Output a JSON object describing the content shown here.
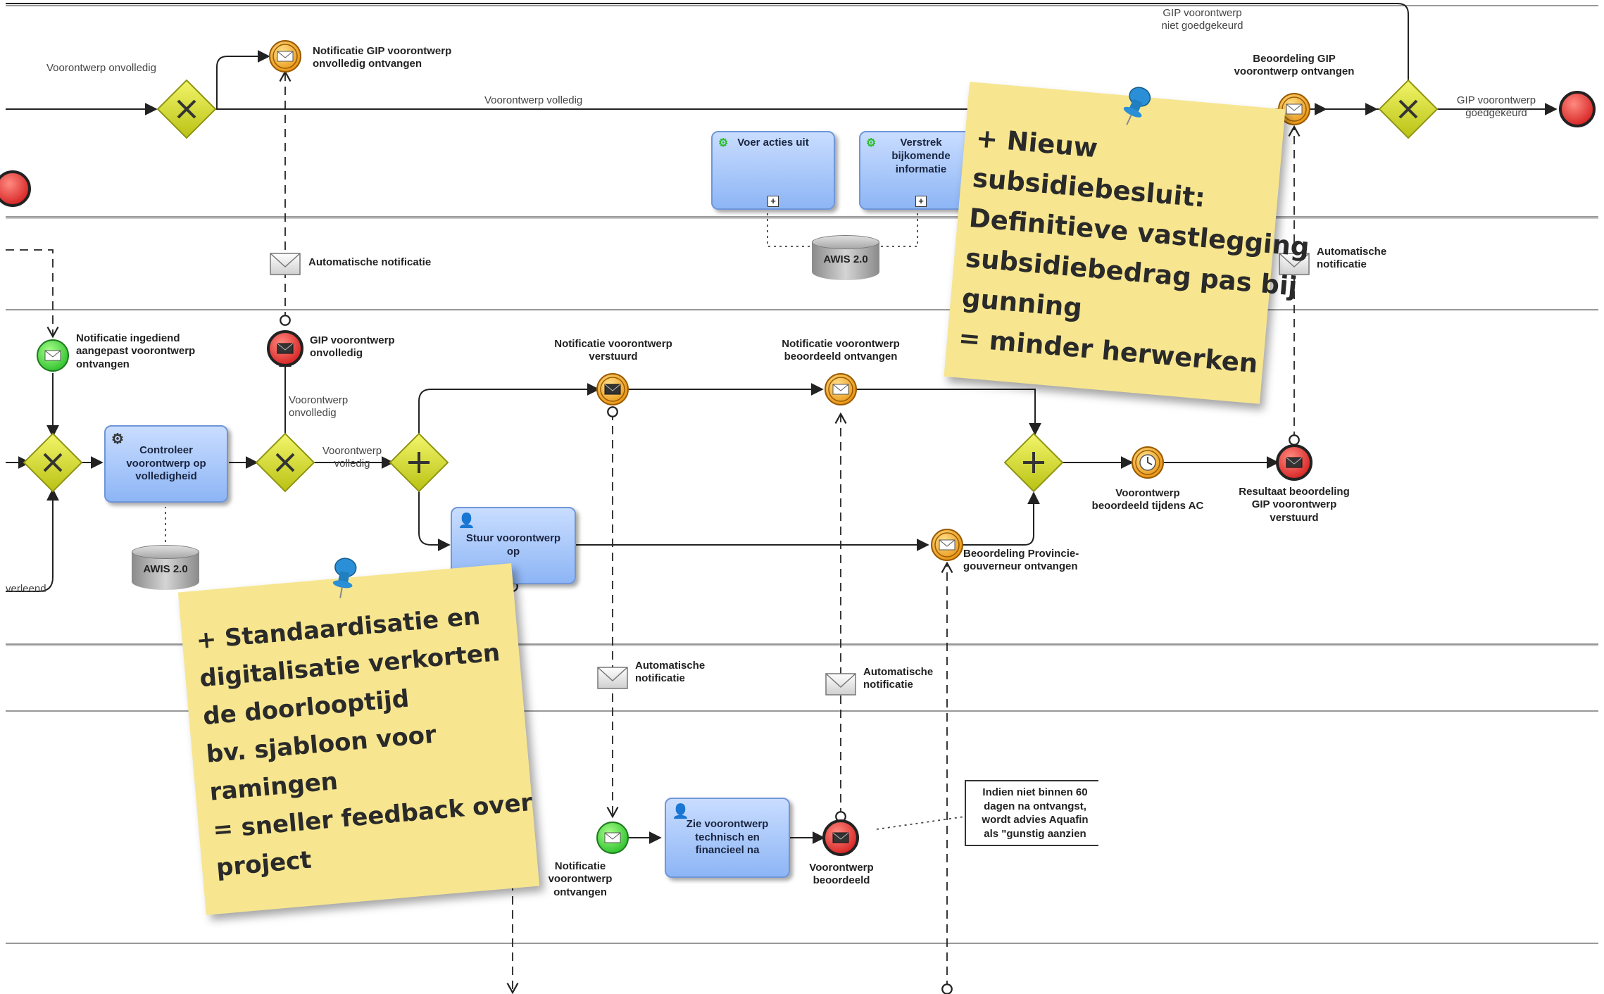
{
  "labels": {
    "voorontwerp_onvolledig_top": "Voorontwerp onvolledig",
    "notif_gip_onvolledig_ontvangen": "Notificatie GIP voorontwerp\nonvolledig ontvangen",
    "voorontwerp_volledig_top": "Voorontwerp volledig",
    "gip_niet_goedgekeurd": "GIP voorontwerp\nniet goedgekeurd",
    "beoordeling_gip_ontvangen": "Beoordeling GIP\nvoorontwerp ontvangen",
    "gip_goedgekeurd": "GIP voorontwerp\ngoedgekeurd",
    "auto_notif_1": "Automatische notificatie",
    "auto_notif_2": "Automatische\nnotificatie",
    "auto_notif_3": "Automatische\nnotificatie",
    "auto_notif_4": "Automatische\nnotificatie",
    "notif_ingediend": "Notificatie ingediend\naangepast voorontwerp\nontvangen",
    "gip_onvolledig": "GIP voorontwerp\nonvolledig",
    "voorontwerp_onvolledig_mid": "Voorontwerp\nonvolledig",
    "voorontwerp_volledig_mid": "Voorontwerp\nvolledig",
    "notif_verstuurd": "Notificatie voorontwerp\nverstuurd",
    "notif_beoordeeld_ontvangen": "Notificatie voorontwerp\nbeoordeeld ontvangen",
    "beoordeeld_tijdens_ac": "Voorontwerp\nbeoordeeld tijdens AC",
    "resultaat_beoordeling": "Resultaat beoordeling\nGIP voorontwerp\nverstuurd",
    "beoordeling_provincie": "Beoordeling Provincie-\ngouverneur ontvangen",
    "verleend": "verleend",
    "notif_voorontwerp_ontvangen": "Notificatie\nvoorontwerp\nontvangen",
    "voorontwerp_beoordeeld": "Voorontwerp\nbeoordeeld"
  },
  "tasks": {
    "voer_acties_uit": "Voer acties uit",
    "verstrek_info": "Verstrek\nbijkomende\ninformatie",
    "controleer": "Controleer\nvoorontwerp op\nvolledigheid",
    "stuur": "Stuur voorontwerp\nop",
    "zie": "Zie voorontwerp\ntechnisch en\nfinancieel na"
  },
  "datastores": {
    "awis_top": "AWIS 2.0",
    "awis_bottom": "AWIS 2.0"
  },
  "annotation": "Indien niet binnen 60\ndagen na ontvangst,\nwordt advies Aquafin\nals \"gunstig aanzien",
  "sticky_notes": {
    "right": [
      "+ Nieuw",
      "subsidiebesluit:",
      "Definitieve vastlegging",
      "subsidiebedrag pas bij",
      "gunning",
      "= minder herwerken"
    ],
    "left": [
      "+ Standaardisatie en",
      "digitalisatie verkorten",
      "de doorlooptijd",
      "bv. sjabloon voor",
      "ramingen",
      "= sneller feedback over",
      "project"
    ]
  },
  "colors": {
    "task_fill": "#9cc0f8",
    "gateway_fill": "#d9e021",
    "intermediate_event": "#f5a623",
    "end_event": "#e53935",
    "start_event": "#3ddc3d",
    "sticky": "#f7e68f",
    "pin": "#1f7fc1"
  }
}
